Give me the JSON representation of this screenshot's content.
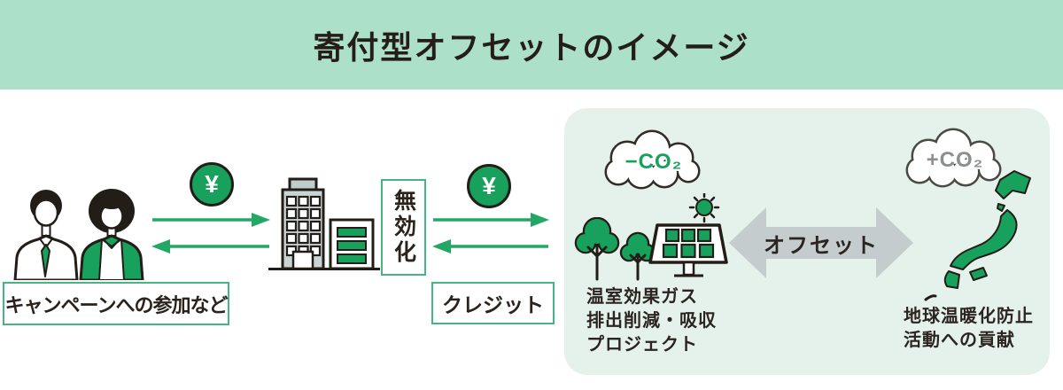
{
  "title": "寄付型オフセットのイメージ",
  "flow": {
    "participants_label": "キャンペーンへの参加など",
    "credit_label": "クレジット",
    "invalidation_label": "無効化",
    "yen_symbol": "¥"
  },
  "panel": {
    "minus_co2_label": "−CO₂",
    "plus_co2_label": "+CO₂",
    "offset_label": "オフセット",
    "project_lines": [
      "温室効果ガス",
      "排出削減・吸収",
      "プロジェクト"
    ],
    "contribution_lines": [
      "地球温暖化防止",
      "活動への貢献"
    ]
  },
  "colors": {
    "header_bg": "#ade0c9",
    "panel_bg": "#e4f2eb",
    "brand_green": "#18a15c",
    "arrow_green": "#22a765",
    "box_border_green": "#45b583",
    "offset_arrow_gray": "#c4cccd",
    "text_dark": "#2b2420",
    "minus_co2_green": "#18a15c",
    "plus_co2_gray": "#8b908c",
    "building_gray": "#c9d5d5"
  }
}
